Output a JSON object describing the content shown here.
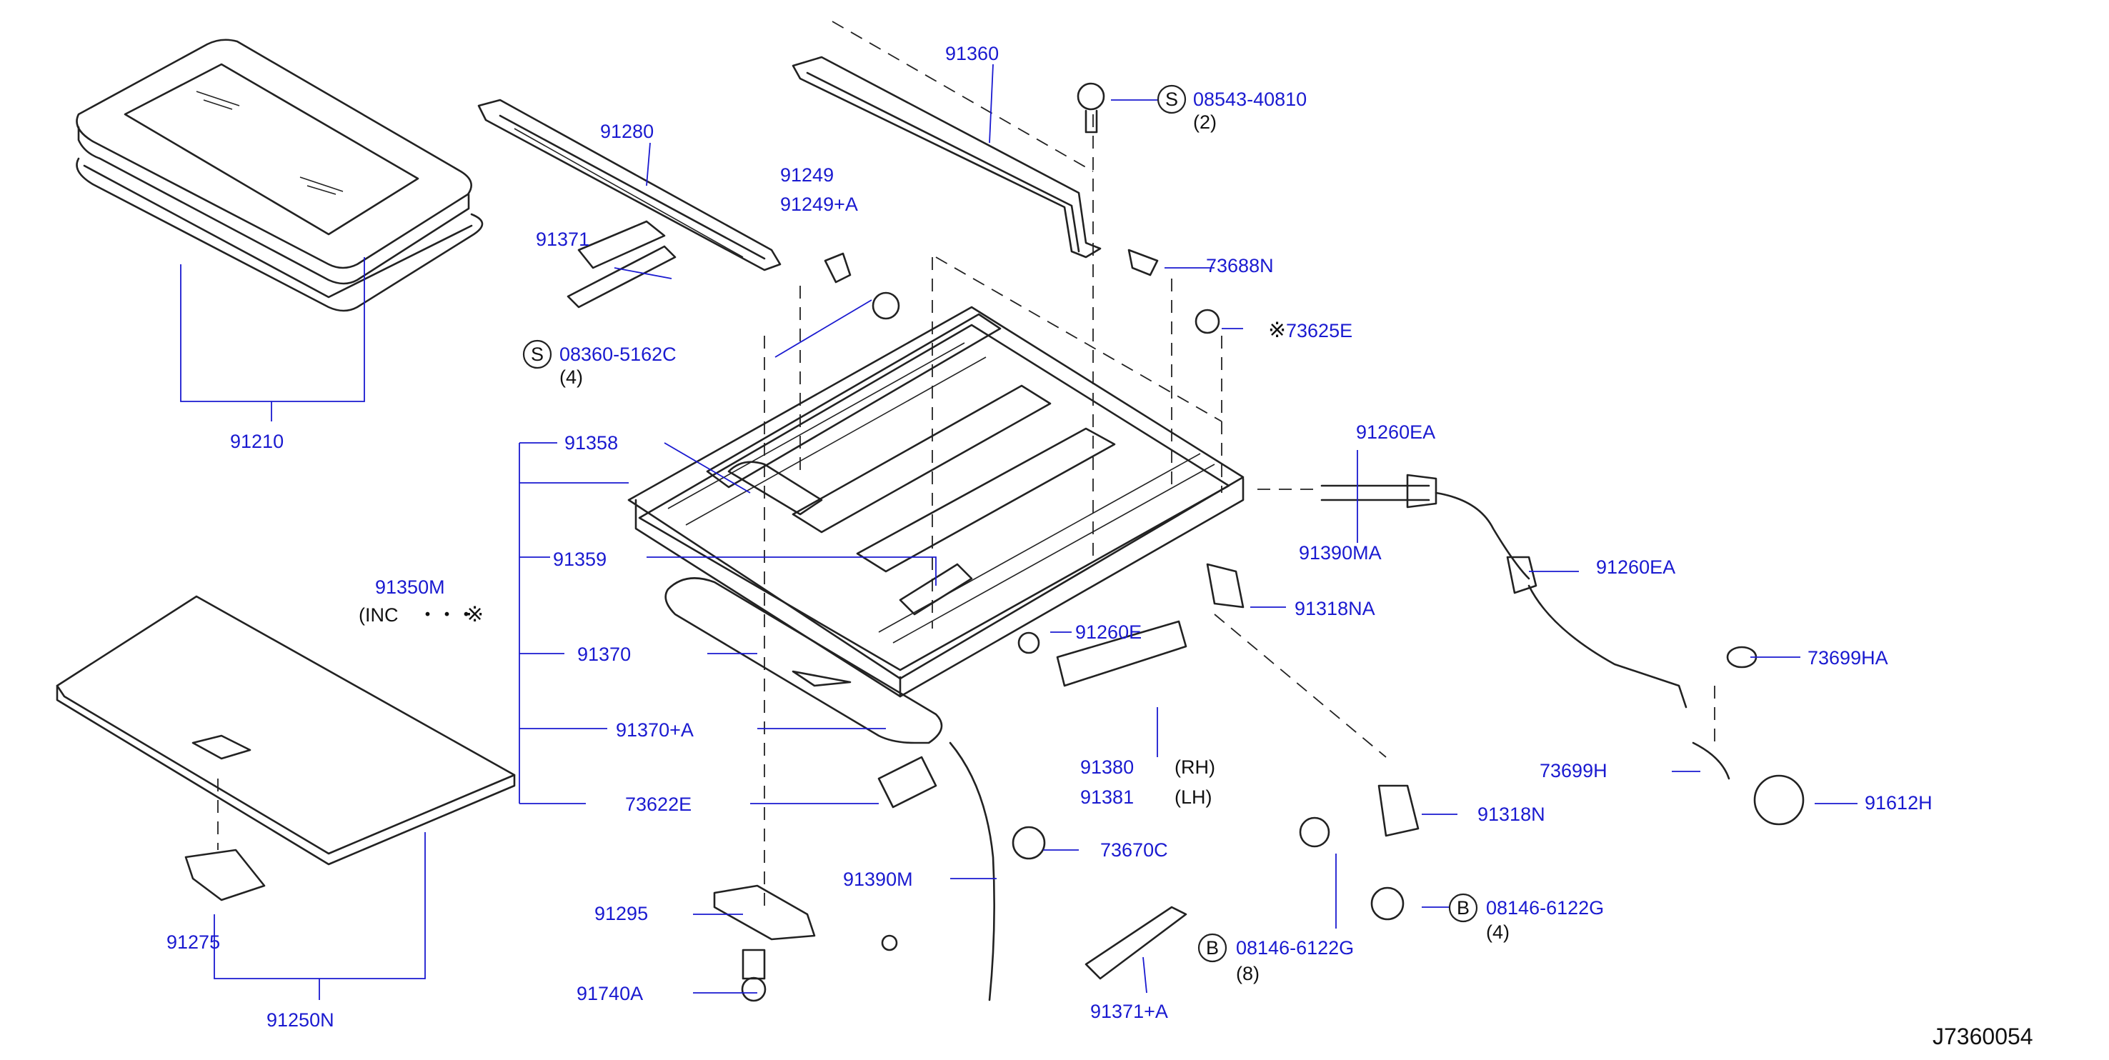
{
  "diagram_code": "J7360054",
  "parts": {
    "p91360": "91360",
    "p08543": "08543-40810",
    "p08543_qty": "(2)",
    "p91280": "91280",
    "p91249": "91249",
    "p91249a": "91249+A",
    "p91371": "91371",
    "p73688n": "73688N",
    "p73625e": "73625E",
    "p08360": "08360-5162C",
    "p08360_qty": "(4)",
    "p91210": "91210",
    "p91358": "91358",
    "p91260ea_top": "91260EA",
    "p91390ma": "91390MA",
    "p91260ea_mid": "91260EA",
    "p91359": "91359",
    "p91350m": "91350M",
    "p91350m_note": "(INC",
    "p91350m_dots": "・・・",
    "p91318na": "91318NA",
    "p91260e": "91260E",
    "p91370": "91370",
    "p73699ha": "73699HA",
    "p91370a": "91370+A",
    "p91380": "91380",
    "p91380_side": "(RH)",
    "p91381": "91381",
    "p91381_side": "(LH)",
    "p73699h": "73699H",
    "p73622e": "73622E",
    "p91612h": "91612H",
    "p91318n": "91318N",
    "p73670c": "73670C",
    "p91390m": "91390M",
    "p08146_right": "08146-6122G",
    "p08146_right_qty": "(4)",
    "p91295": "91295",
    "p08146_left": "08146-6122G",
    "p08146_left_qty": "(8)",
    "p91275": "91275",
    "p91740a": "91740A",
    "p91371a": "91371+A",
    "p91250n": "91250N"
  },
  "symbols": {
    "screw_s": "S",
    "bolt_b": "B",
    "mark": "※"
  },
  "colors": {
    "part_number": "#1a1ad0",
    "line": "#222222"
  }
}
